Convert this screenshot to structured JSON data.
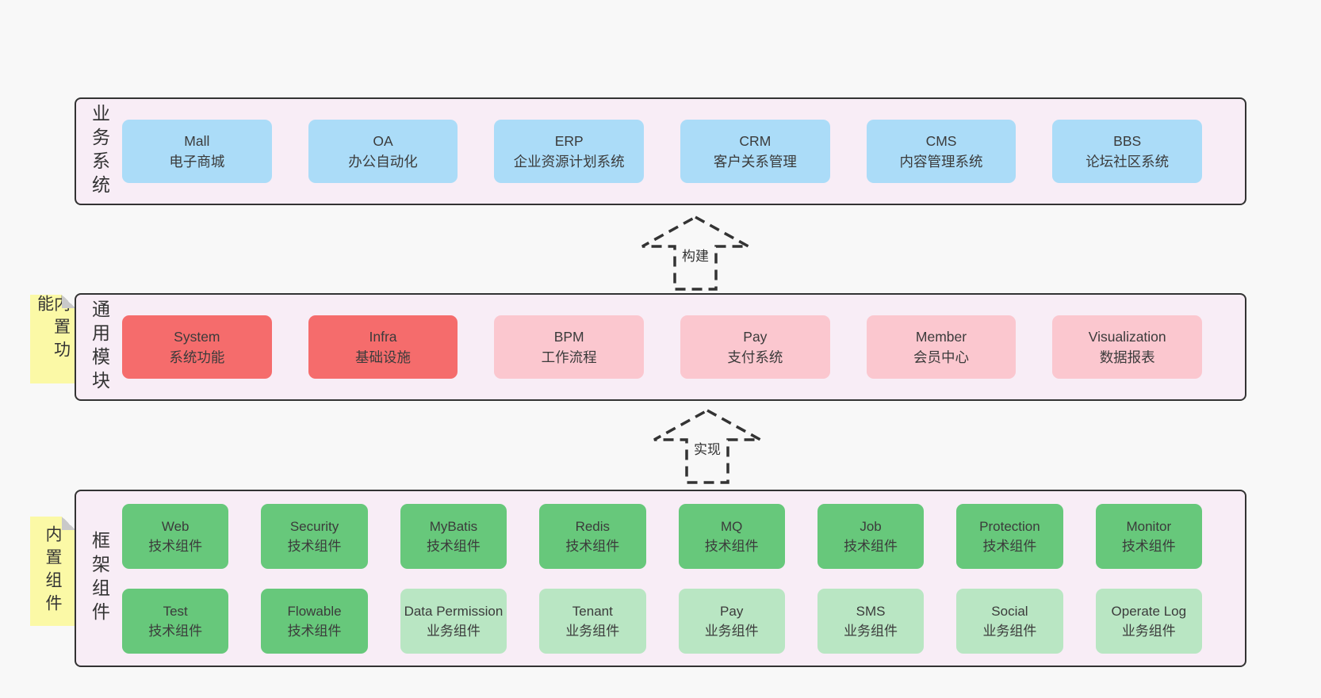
{
  "colors": {
    "bg": "#f8f8f8",
    "panel": "#f8edf6",
    "line": "#333333",
    "text": "#3b3b3b",
    "blue": "#abdcf8",
    "red": "#f56c6c",
    "pink": "#fbc7cf",
    "green": "#67c87b",
    "green-light": "#b9e6c3",
    "yellow": "#fbf9a6",
    "fold": "#c9c9c9"
  },
  "layers": {
    "business": {
      "label": "业务系统",
      "boxes": [
        {
          "name": "Mall",
          "desc": "电子商城"
        },
        {
          "name": "OA",
          "desc": "办公自动化"
        },
        {
          "name": "ERP",
          "desc": "企业资源计划系统"
        },
        {
          "name": "CRM",
          "desc": "客户关系管理"
        },
        {
          "name": "CMS",
          "desc": "内容管理系统"
        },
        {
          "name": "BBS",
          "desc": "论坛社区系统"
        }
      ]
    },
    "modules": {
      "label": "通用模块",
      "note": "内置功能",
      "boxes": [
        {
          "name": "System",
          "desc": "系统功能"
        },
        {
          "name": "Infra",
          "desc": "基础设施"
        },
        {
          "name": "BPM",
          "desc": "工作流程"
        },
        {
          "name": "Pay",
          "desc": "支付系统"
        },
        {
          "name": "Member",
          "desc": "会员中心"
        },
        {
          "name": "Visualization",
          "desc": "数据报表"
        }
      ]
    },
    "framework": {
      "label": "框架组件",
      "note": "内置组件",
      "rows": [
        [
          {
            "name": "Web",
            "desc": "技术组件"
          },
          {
            "name": "Security",
            "desc": "技术组件"
          },
          {
            "name": "MyBatis",
            "desc": "技术组件"
          },
          {
            "name": "Redis",
            "desc": "技术组件"
          },
          {
            "name": "MQ",
            "desc": "技术组件"
          },
          {
            "name": "Job",
            "desc": "技术组件"
          },
          {
            "name": "Protection",
            "desc": "技术组件"
          },
          {
            "name": "Monitor",
            "desc": "技术组件"
          }
        ],
        [
          {
            "name": "Test",
            "desc": "技术组件"
          },
          {
            "name": "Flowable",
            "desc": "技术组件"
          },
          {
            "name": "Data Permission",
            "desc": "业务组件"
          },
          {
            "name": "Tenant",
            "desc": "业务组件"
          },
          {
            "name": "Pay",
            "desc": "业务组件"
          },
          {
            "name": "SMS",
            "desc": "业务组件"
          },
          {
            "name": "Social",
            "desc": "业务组件"
          },
          {
            "name": "Operate Log",
            "desc": "业务组件"
          }
        ]
      ]
    }
  },
  "arrows": [
    {
      "label": "构建"
    },
    {
      "label": "实现"
    }
  ]
}
